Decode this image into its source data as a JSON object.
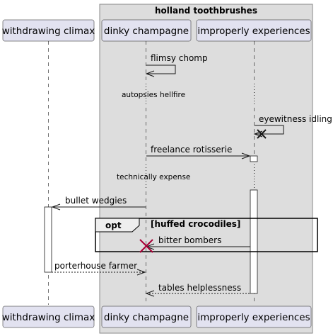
{
  "colors": {
    "box_fill": "#dddddd",
    "box_border": "#888888",
    "participant_fill": "#e2e2f0",
    "participant_border": "#181818",
    "lifeline": "#181818",
    "destroy_mark": "#a80036",
    "destroy_mark_small": "#181818",
    "activation_fill": "#ffffff"
  },
  "box": {
    "title": "holland toothbrushes"
  },
  "participants": [
    {
      "id": "p1",
      "label": "withdrawing climax"
    },
    {
      "id": "p2",
      "label": "dinky champagne"
    },
    {
      "id": "p3",
      "label": "improperly experiences"
    }
  ],
  "messages": [
    {
      "id": "m1",
      "label": "flimsy chomp",
      "from": "p2",
      "to": "p2",
      "style": "solid",
      "self": true
    },
    {
      "id": "d1",
      "label": "autopsies hellfire",
      "divider": true
    },
    {
      "id": "m2",
      "label": "eyewitness idling",
      "from": "p3",
      "to": "p3",
      "style": "solid",
      "self": true,
      "destroy": true
    },
    {
      "id": "m3",
      "label": "freelance rotisserie",
      "from": "p2",
      "to": "p3",
      "style": "solid"
    },
    {
      "id": "d2",
      "label": "technically expense",
      "divider": true
    },
    {
      "id": "m4",
      "label": "bullet wedgies",
      "from": "p2",
      "to": "p1",
      "style": "solid"
    },
    {
      "id": "m5",
      "label": "bitter bombers",
      "from": "p3",
      "to": "p2",
      "style": "solid",
      "destroy": true
    },
    {
      "id": "m6",
      "label": "porterhouse farmer",
      "from": "p1",
      "to": "p2",
      "style": "dashed"
    },
    {
      "id": "m7",
      "label": "tables helplessness",
      "from": "p3",
      "to": "p2",
      "style": "dashed"
    }
  ],
  "group": {
    "keyword": "opt",
    "condition": "[huffed crocodiles]"
  }
}
